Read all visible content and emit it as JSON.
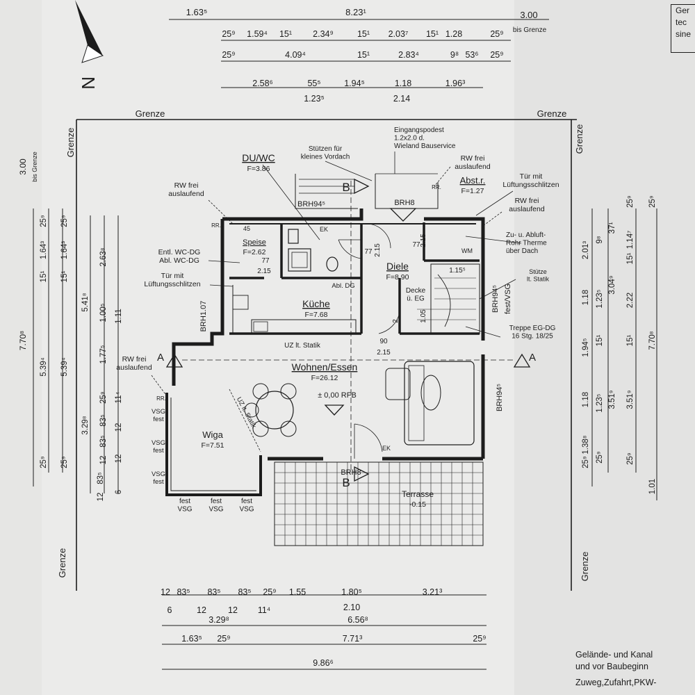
{
  "north": "N",
  "top_dims": {
    "row1": [
      "1.63⁵",
      "8.23¹",
      "3.00"
    ],
    "row1_note": "bis Grenze",
    "row2": [
      "25⁹",
      "1.59⁴",
      "15¹",
      "2.34⁹",
      "15¹",
      "2.03⁷",
      "15¹",
      "1.28",
      "25⁹"
    ],
    "row3": [
      "25⁹",
      "4.09⁴",
      "15¹",
      "2.83⁴",
      "9⁸",
      "53⁶",
      "25⁹"
    ],
    "row4": [
      "2.58⁶",
      "55⁵",
      "1.94⁵",
      "1.18",
      "1.96³"
    ],
    "row4_sub": [
      "1.23⁵",
      "2.14"
    ]
  },
  "left_dims": {
    "outer": [
      "3.00",
      "bis Grenze",
      "7.70⁸"
    ],
    "col2": [
      "25⁹",
      "1.64³",
      "15¹",
      "5.39⁴",
      "25⁹"
    ],
    "col3": [
      "25⁹",
      "1.64³",
      "15¹",
      "5.39⁴",
      "25⁹"
    ],
    "col4": [
      "5.41⁸",
      "3.29⁸",
      "12",
      "83⁵"
    ],
    "col5": [
      "2.63⁸",
      "1.00⁵",
      "1.77⁵",
      "25⁹",
      "83⁵",
      "83⁵",
      "12"
    ],
    "col6": [
      "1.11",
      "11⁴",
      "12",
      "12",
      "6"
    ]
  },
  "right_dims": {
    "col1": [
      "2.01³",
      "1.18",
      "1.94⁵",
      "1.18",
      "1.38⁸",
      "25⁹"
    ],
    "col2": [
      "9⁸",
      "1.23⁵",
      "15¹",
      "1.23⁵",
      "25⁹"
    ],
    "col3": [
      "37¹",
      "3.04⁹",
      "3.51⁹"
    ],
    "col4": [
      "25⁹",
      "1.14⁷",
      "15¹",
      "2.22",
      "15¹",
      "3.51⁹",
      "25⁹"
    ],
    "col5": [
      "25⁹",
      "7.70⁸",
      "1.01"
    ]
  },
  "bottom_dims": {
    "row1": [
      "12",
      "83⁵",
      "83⁵",
      "83⁵",
      "25⁹",
      "1.55",
      "1.80⁵",
      "3.21³"
    ],
    "row1_sub": [
      "6",
      "12",
      "12",
      "11⁴",
      "2.10"
    ],
    "row2": [
      "3.29⁸",
      "6.56⁸"
    ],
    "row3": [
      "1.63⁵",
      "25⁹",
      "7.71³",
      "25⁹"
    ],
    "row4": [
      "9.86⁶"
    ]
  },
  "boundary": {
    "top_left": "Grenze",
    "top_right": "Grenze",
    "left_upper": "Grenze",
    "left_lower": "Grenze",
    "right_upper": "Grenze",
    "right_lower": "Grenze"
  },
  "rooms": [
    {
      "name": "DU/WC",
      "area": "F=3.86"
    },
    {
      "name": "Speise",
      "area": "F=2.62"
    },
    {
      "name": "Abst.r.",
      "area": "F=1.27"
    },
    {
      "name": "Diele",
      "area": "F=8.90"
    },
    {
      "name": "Küche",
      "area": "F=7.68"
    },
    {
      "name": "Wohnen/Essen",
      "area": "F=26.12"
    },
    {
      "name": "Wiga",
      "area": "F=7.51"
    },
    {
      "name": "Terrasse",
      "area": "-0.15"
    }
  ],
  "labels": {
    "eingang": [
      "Eingangspodest",
      "1.2x2.0 d.",
      "Wieland Bauservice"
    ],
    "stuetzen_vordach": [
      "Stützen für",
      "kleines Vordach"
    ],
    "rw_frei_1": [
      "RW frei",
      "auslaufend"
    ],
    "rw_frei_2": [
      "RW frei",
      "auslaufend"
    ],
    "rw_frei_3": [
      "RW frei",
      "auslaufend"
    ],
    "rw_frei_4": [
      "RW frei",
      "auslaufend"
    ],
    "tuer_lueft_right": [
      "Tür mit",
      "Lüftungsschlitzen"
    ],
    "tuer_lueft_left": [
      "Tür mit",
      "Lüftungsschlitzen"
    ],
    "wc_entl": [
      "Entl. WC-DG",
      "Abl. WC-DG"
    ],
    "abluft": [
      "Zu- u. Abluft-",
      "Rohr Therme",
      "über Dach"
    ],
    "stuetze_statik": [
      "Stütze",
      "lt. Statik"
    ],
    "treppe": [
      "Treppe EG-DG",
      "16 Stg. 18/25"
    ],
    "decke": [
      "Decke",
      "ü. EG"
    ],
    "rr1": "RR.",
    "rr2": "RR.",
    "rr3": "RR.",
    "brh94_top": "BRH94⁵",
    "brh8_top": "BRH8",
    "brh94_vsg": "BRH94⁵",
    "brh94_vsg2": "fest/VSG",
    "brh107": "BRH1.07",
    "brh94_right": "BRH94⁵",
    "brh8_bottom": "BRH8",
    "ek1": "EK",
    "ek2": "EK",
    "abl_dg": "Abl. DG",
    "uz_statik": "UZ lt. Statik",
    "uz_statik_diag": "UZ lt. Statik",
    "rfb": "± 0,00 RFB",
    "wm": "WM",
    "d77a": "77",
    "d215a": "2.15",
    "d77b": "77",
    "d215b": "2.15",
    "d77c": "77",
    "d215c": "2.15",
    "d90": "90",
    "d215d": "2.15",
    "d1155": "1.15⁵",
    "d105": "1.05",
    "d2": "2",
    "t45": "45",
    "section_A_left": "A",
    "section_A_right": "A",
    "section_B_top": "B",
    "section_B_bottom": "B",
    "vsg_fest": [
      "VSG",
      "fest"
    ],
    "fest_vsg": [
      "fest",
      "VSG"
    ]
  },
  "right_note": [
    "Ger",
    "tec",
    "sine"
  ],
  "bottom_note": [
    "Gelände-  und Kanal",
    "und vor Baubeginn",
    "Zuweg,Zufahrt,PKW-"
  ]
}
